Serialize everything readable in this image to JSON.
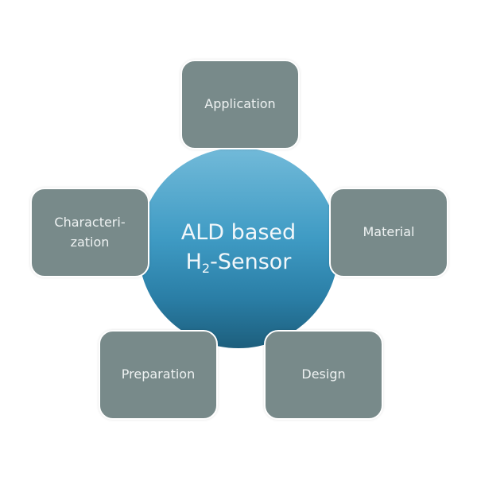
{
  "center": {
    "line1": "ALD based",
    "line2_main": "H",
    "line2_sub": "2",
    "line2_rest": "-Sensor"
  },
  "nodes": {
    "application": "Application",
    "material": "Material",
    "design": "Design",
    "preparation": "Preparation",
    "characterization_line1": "Characteri-",
    "characterization_line2": "zation"
  },
  "colors": {
    "box": "#788a8a",
    "hub_top": "#72bad9",
    "hub_bottom": "#1d5f7d"
  }
}
